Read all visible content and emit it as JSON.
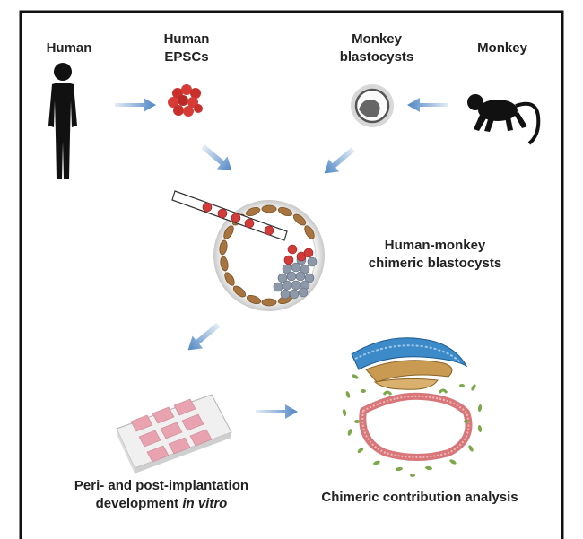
{
  "labels": {
    "human": "Human",
    "human_epscs_line1": "Human",
    "human_epscs_line2": "EPSCs",
    "monkey_blast_line1": "Monkey",
    "monkey_blast_line2": "blastocysts",
    "monkey": "Monkey",
    "chimeric_line1": "Human-monkey",
    "chimeric_line2": "chimeric blastocysts",
    "peri_line1": "Peri- and post-implantation",
    "peri_line2_prefix": "development ",
    "peri_line2_italic": "in vitro",
    "analysis": "Chimeric contribution analysis"
  },
  "colors": {
    "frame": "#111111",
    "arrow": "#4f86c4",
    "silhouette": "#111111",
    "epsc_red": "#d33a3a",
    "trophoblast": "#a8743f",
    "icm_grey": "#8d98a8",
    "zona": "#d4d4d4",
    "embryo_blue": "#2d7fc0",
    "embryo_tan": "#c89a52",
    "embryo_pink": "#d7777a",
    "embryo_green": "#7ca84a"
  }
}
